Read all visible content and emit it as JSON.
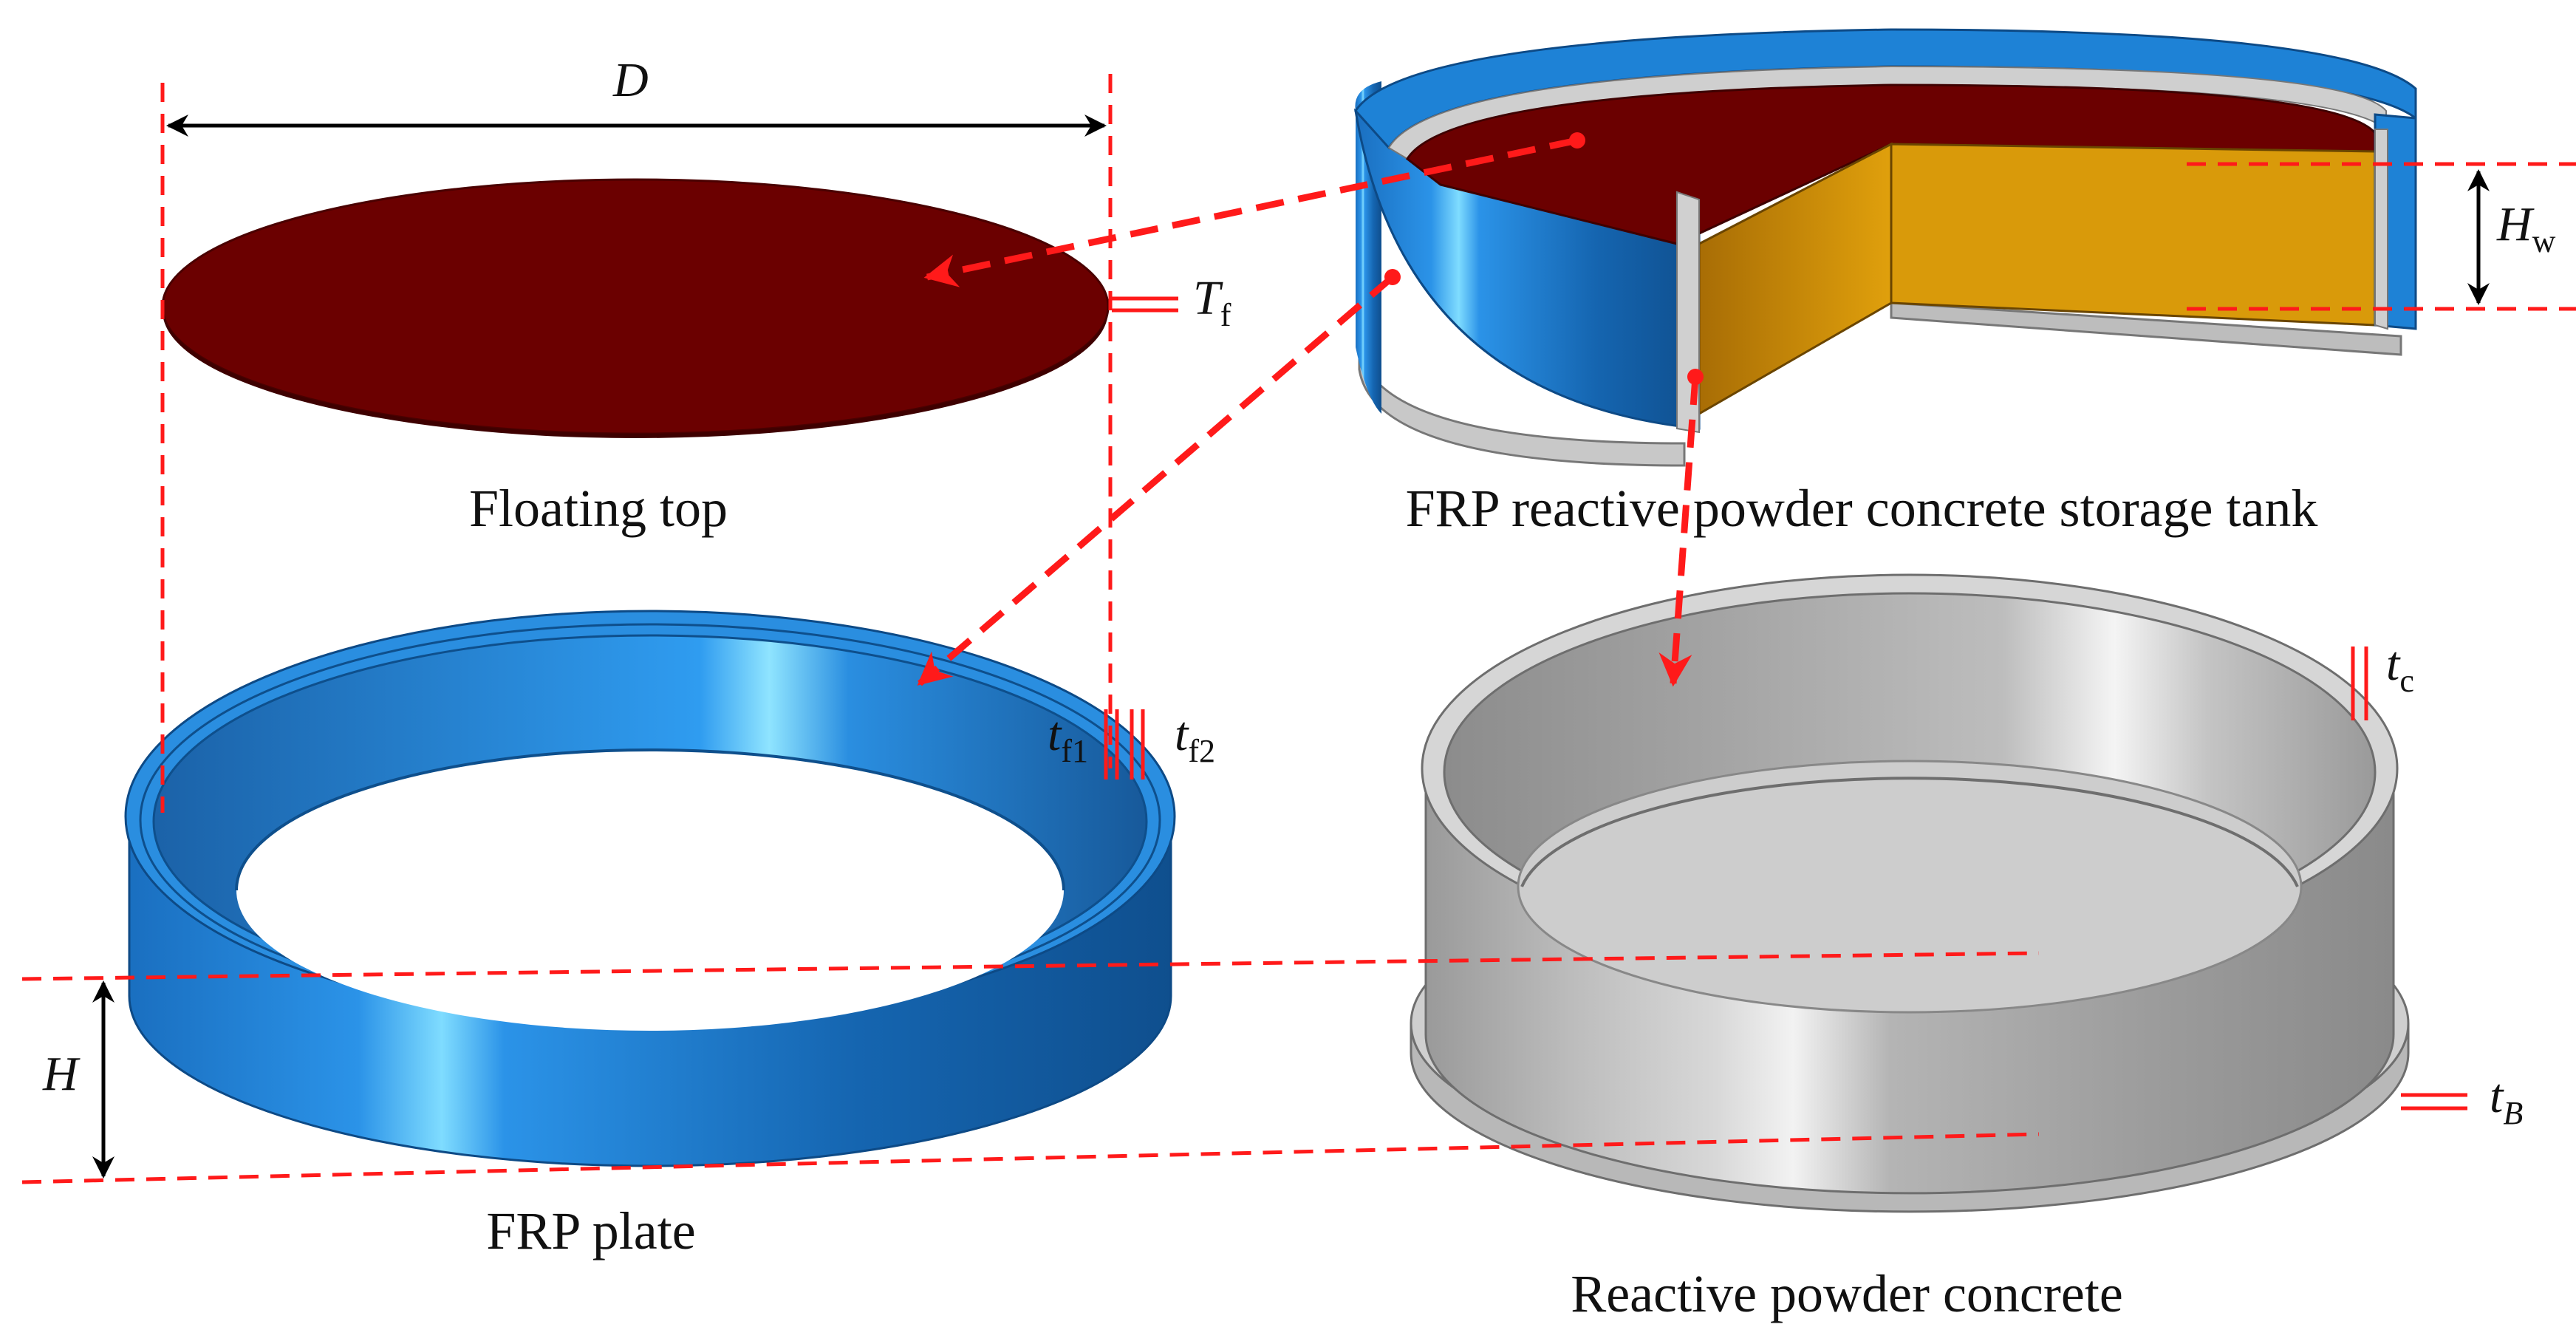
{
  "components": {
    "floating_top": {
      "caption": "Floating top"
    },
    "tank": {
      "caption": "FRP reactive powder concrete storage tank"
    },
    "frp_plate": {
      "caption": "FRP plate"
    },
    "rpc": {
      "caption": "Reactive powder concrete"
    }
  },
  "dimensions": {
    "D": {
      "symbol": "D",
      "subscript": ""
    },
    "Tf": {
      "symbol": "T",
      "subscript": "f"
    },
    "Hw": {
      "symbol": "H",
      "subscript": "w"
    },
    "tf1": {
      "symbol": "t",
      "subscript": "f1"
    },
    "tf2": {
      "symbol": "t",
      "subscript": "f2"
    },
    "tc": {
      "symbol": "t",
      "subscript": "c"
    },
    "H": {
      "symbol": "H",
      "subscript": ""
    },
    "tB": {
      "symbol": "t",
      "subscript": "B"
    }
  },
  "colors": {
    "floating_top": "#6b0000",
    "frp_blue": "#1e82d6",
    "concrete_gray": "#c8c8c8",
    "liquid_orange": "#d99a0a",
    "leader_red": "#ff1a1a"
  }
}
